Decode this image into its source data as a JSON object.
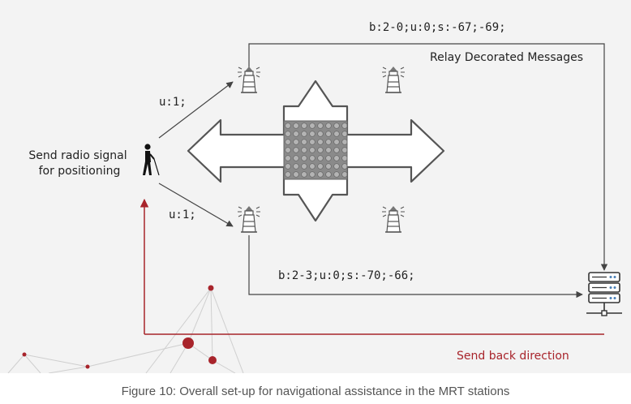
{
  "labels": {
    "message_top": "b:2-0;u:0;s:-67;-69;",
    "relay": "Relay Decorated Messages",
    "u_top": "u:1;",
    "u_bottom": "u:1;",
    "send_radio_line1": "Send radio signal",
    "send_radio_line2": "for positioning",
    "message_bottom": "b:2-3;u:0;s:-70;-66;",
    "send_back": "Send back direction"
  },
  "caption": "Figure 10: Overall set-up for navigational assistance in the MRT stations",
  "colors": {
    "background": "#f3f3f3",
    "line": "#444444",
    "accent_red": "#a8242b",
    "arrow_outline": "#555555",
    "tile": "#8a8a8a"
  },
  "icons": {
    "beacons": [
      "beacon-icon",
      "beacon-icon",
      "beacon-icon",
      "beacon-icon"
    ],
    "person": "person-with-cane-icon",
    "server": "server-stack-icon",
    "tactile": "tactile-paving-icon"
  }
}
